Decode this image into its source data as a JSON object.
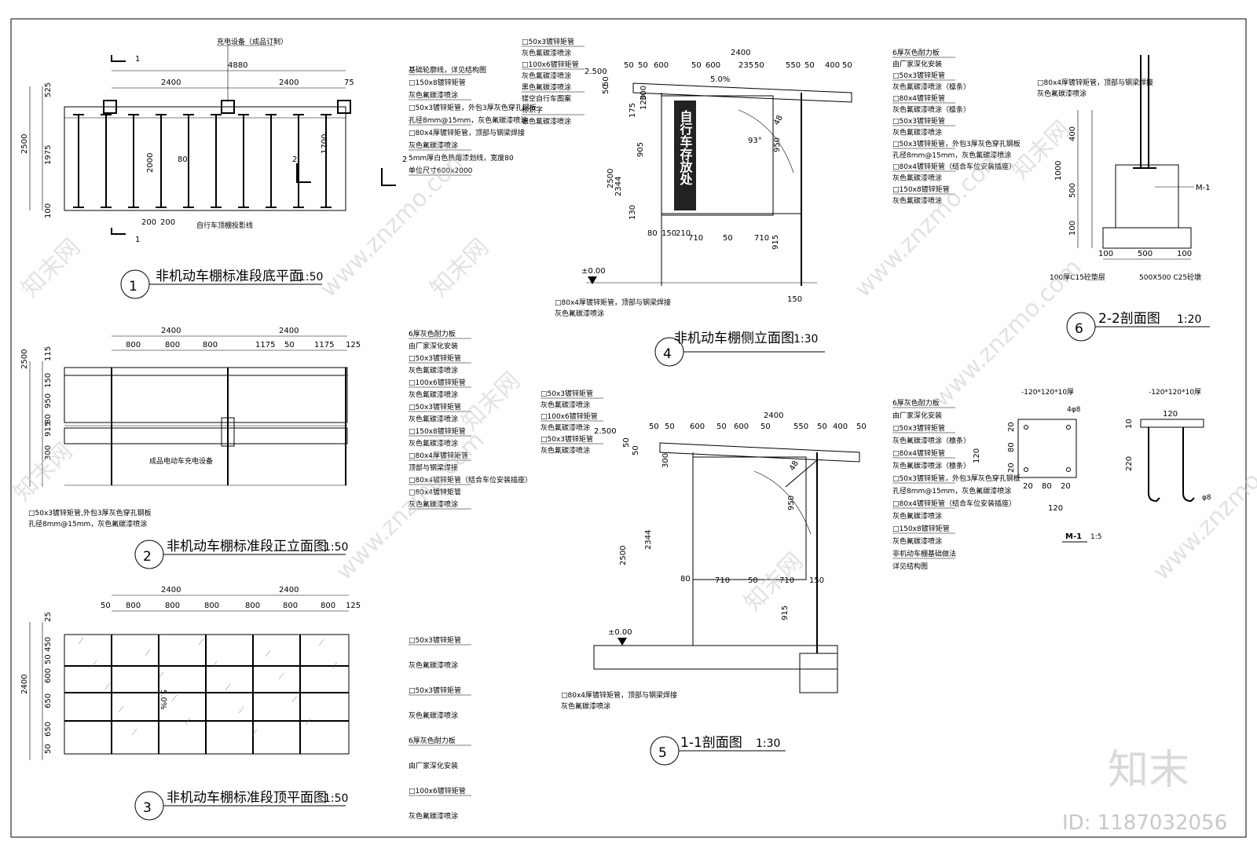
{
  "sheet": {
    "watermark": "www.znzmo.com",
    "watermark_cn": "知末网",
    "brand": "知末",
    "id_label": "ID: 1187032056"
  },
  "views": [
    {
      "num": "1",
      "title": "非机动车棚标准段底平面",
      "scale": "1:50"
    },
    {
      "num": "2",
      "title": "非机动车棚标准段正立面图",
      "scale": "1:50"
    },
    {
      "num": "3",
      "title": "非机动车棚标准段顶平面图",
      "scale": "1:50"
    },
    {
      "num": "4",
      "title": "非机动车棚侧立面图",
      "scale": "1:30"
    },
    {
      "num": "5",
      "title": "1-1剖面图",
      "scale": "1:30"
    },
    {
      "num": "6",
      "title": "2-2剖面图",
      "scale": "1:20"
    }
  ],
  "plan": {
    "top_note": "充电设备（成品订制）",
    "dims_top": [
      "4880",
      "2400",
      "2400",
      "75"
    ],
    "dims_left": [
      "525",
      "2500",
      "1975",
      "100"
    ],
    "dims_inner": [
      "2000",
      "80",
      "1700",
      "200",
      "200"
    ],
    "notes": [
      "基础轮廓线，详见结构图",
      "□150x8镀锌矩管",
      "灰色氟碳漆喷涂",
      "□50x3镀锌矩管，外包3厚灰色穿孔钢板",
      "孔径8mm@15mm，灰色氟碳漆喷涂",
      "□80x4厚镀锌矩管，顶部与钢梁焊接",
      "灰色氟碳漆喷涂",
      "5mm厚白色热熔漆划线，宽度80",
      "单位尺寸600x2000"
    ],
    "outline_note": "自行车顶棚投影线",
    "section_marks": [
      "1",
      "1",
      "2",
      "2"
    ]
  },
  "front": {
    "dims_top": [
      "2400",
      "2400",
      "800",
      "800",
      "800",
      "1175",
      "50",
      "1175",
      "125"
    ],
    "dims_left": [
      "2500",
      "115",
      "150",
      "950",
      "80",
      "300",
      "915"
    ],
    "notes": [
      "6厚灰色耐力板",
      "由厂家深化安装",
      "□50x3镀锌矩管",
      "灰色氟碳漆喷涂",
      "□100x6镀锌矩管",
      "灰色氟碳漆喷涂",
      "□50x3镀锌矩管",
      "灰色氟碳漆喷涂",
      "□150x8镀锌矩管",
      "灰色氟碳漆喷涂",
      "□80x4厚镀锌矩管",
      "顶部与钢梁焊接",
      "□80x4镀锌矩管（结合车位安装插座）",
      "□80x4镀锌矩管",
      "灰色氟碳漆喷涂"
    ],
    "charger_note": "成品电动车充电设备",
    "left_notes": [
      "□50x3镀锌矩管,外包3厚灰色穿孔钢板",
      "孔径8mm@15mm，灰色氟碳漆喷涂"
    ]
  },
  "roof": {
    "dims_top": [
      "2400",
      "2400",
      "50",
      "800",
      "800",
      "800",
      "800",
      "800",
      "800",
      "125"
    ],
    "dims_left": [
      "25",
      "450",
      "50",
      "600",
      "650",
      "2400",
      "650",
      "50"
    ],
    "slope": "5.0%",
    "notes": [
      "□50x3镀锌矩管",
      "灰色氟碳漆喷涂",
      "□50x3镀锌矩管",
      "灰色氟碳漆喷涂",
      "6厚灰色耐力板",
      "由厂家深化安装",
      "□100x6镀锌矩管",
      "灰色氟碳漆喷涂"
    ]
  },
  "side": {
    "dims_top": [
      "2400",
      "50",
      "50",
      "600",
      "50",
      "600",
      "235",
      "50",
      "550",
      "50",
      "400",
      "50"
    ],
    "level": "2.500",
    "zero": "±0.00",
    "slope": "5.0%",
    "dims_left": [
      "50",
      "50",
      "300",
      "175",
      "120",
      "905",
      "2500",
      "2344",
      "130",
      "150",
      "210",
      "80"
    ],
    "dims_bottom": [
      "710",
      "50",
      "710",
      "915",
      "150"
    ],
    "angle": "93°",
    "dims_side": [
      "950",
      "48"
    ],
    "sign_text": "自行车存放处",
    "notes_left": [
      "□50x3镀锌矩管",
      "灰色氟碳漆喷涂",
      "□100x6镀锌矩管",
      "灰色氟碳漆喷涂",
      "黑色氟碳漆喷涂",
      "镂空自行车图案",
      "标识字",
      "银色氟碳漆喷涂"
    ],
    "notes_right": [
      "6厚灰色耐力板",
      "由厂家深化安装",
      "□50x3镀锌矩管",
      "灰色氟碳漆喷涂（檩条）",
      "□80x4镀锌矩管",
      "灰色氟碳漆喷涂（檩条）",
      "□50x3镀锌矩管",
      "灰色氟碳漆喷涂",
      "□50x3镀锌矩管，外包3厚灰色穿孔钢板",
      "孔径8mm@15mm，灰色氟碳漆喷涂",
      "□80x4镀锌矩管（结合车位安装插座）",
      "灰色氟碳漆喷涂",
      "□150x8镀锌矩管",
      "灰色氟碳漆喷涂"
    ],
    "bottom_notes": [
      "□80x4厚镀锌矩管，顶部与钢梁焊接",
      "灰色氟碳漆喷涂"
    ]
  },
  "section11": {
    "dims_top": [
      "2400",
      "50",
      "50",
      "600",
      "50",
      "600",
      "50",
      "550",
      "50",
      "400",
      "50"
    ],
    "level": "2.500",
    "zero": "±0.00",
    "dims_left": [
      "50",
      "50",
      "300",
      "2500",
      "2344",
      "80"
    ],
    "dims_bottom": [
      "710",
      "50",
      "710",
      "150",
      "915"
    ],
    "dims_side": [
      "950",
      "48"
    ],
    "notes_left": [
      "□50x3镀锌矩管",
      "灰色氟碳漆喷涂",
      "□100x6镀锌矩管",
      "灰色氟碳漆喷涂",
      "□50x3镀锌矩管",
      "灰色氟碳漆喷涂"
    ],
    "notes_right": [
      "6厚灰色耐力板",
      "由厂家深化安装",
      "□50x3镀锌矩管",
      "灰色氟碳漆喷涂（檩条）",
      "□80x4镀锌矩管",
      "灰色氟碳漆喷涂（檩条）",
      "□50x3镀锌矩管，外包3厚灰色穿孔钢板",
      "孔径8mm@15mm，灰色氟碳漆喷涂",
      "□80x4镀锌矩管（结合车位安装插座）",
      "灰色氟碳漆喷涂",
      "□150x8镀锌矩管",
      "灰色氟碳漆喷涂",
      "非机动车棚基础做法",
      "详见结构图"
    ],
    "bottom_notes": [
      "□80x4厚镀锌矩管，顶部与钢梁焊接",
      "灰色氟碳漆喷涂"
    ]
  },
  "section22": {
    "note": [
      "□80x4厚镀锌矩管，顶部与钢梁焊接",
      "灰色氟碳漆喷涂"
    ],
    "dims_left": [
      "400",
      "1000",
      "500",
      "100"
    ],
    "dims_bottom": [
      "100",
      "500",
      "100"
    ],
    "embed": "M-1",
    "bottom_notes": [
      "100厚C15砼垫层",
      "500X500  C25砼墩"
    ]
  },
  "m1": {
    "title": "M-1",
    "scale": "1:5",
    "plate_left": "-120*120*10厚",
    "plate_right": "-120*120*10厚",
    "hole": "4φ8",
    "bar": "φ8",
    "dims_plan": [
      "20",
      "80",
      "20",
      "120",
      "20",
      "80",
      "20",
      "120"
    ],
    "dims_elev": [
      "120",
      "10",
      "220"
    ]
  }
}
